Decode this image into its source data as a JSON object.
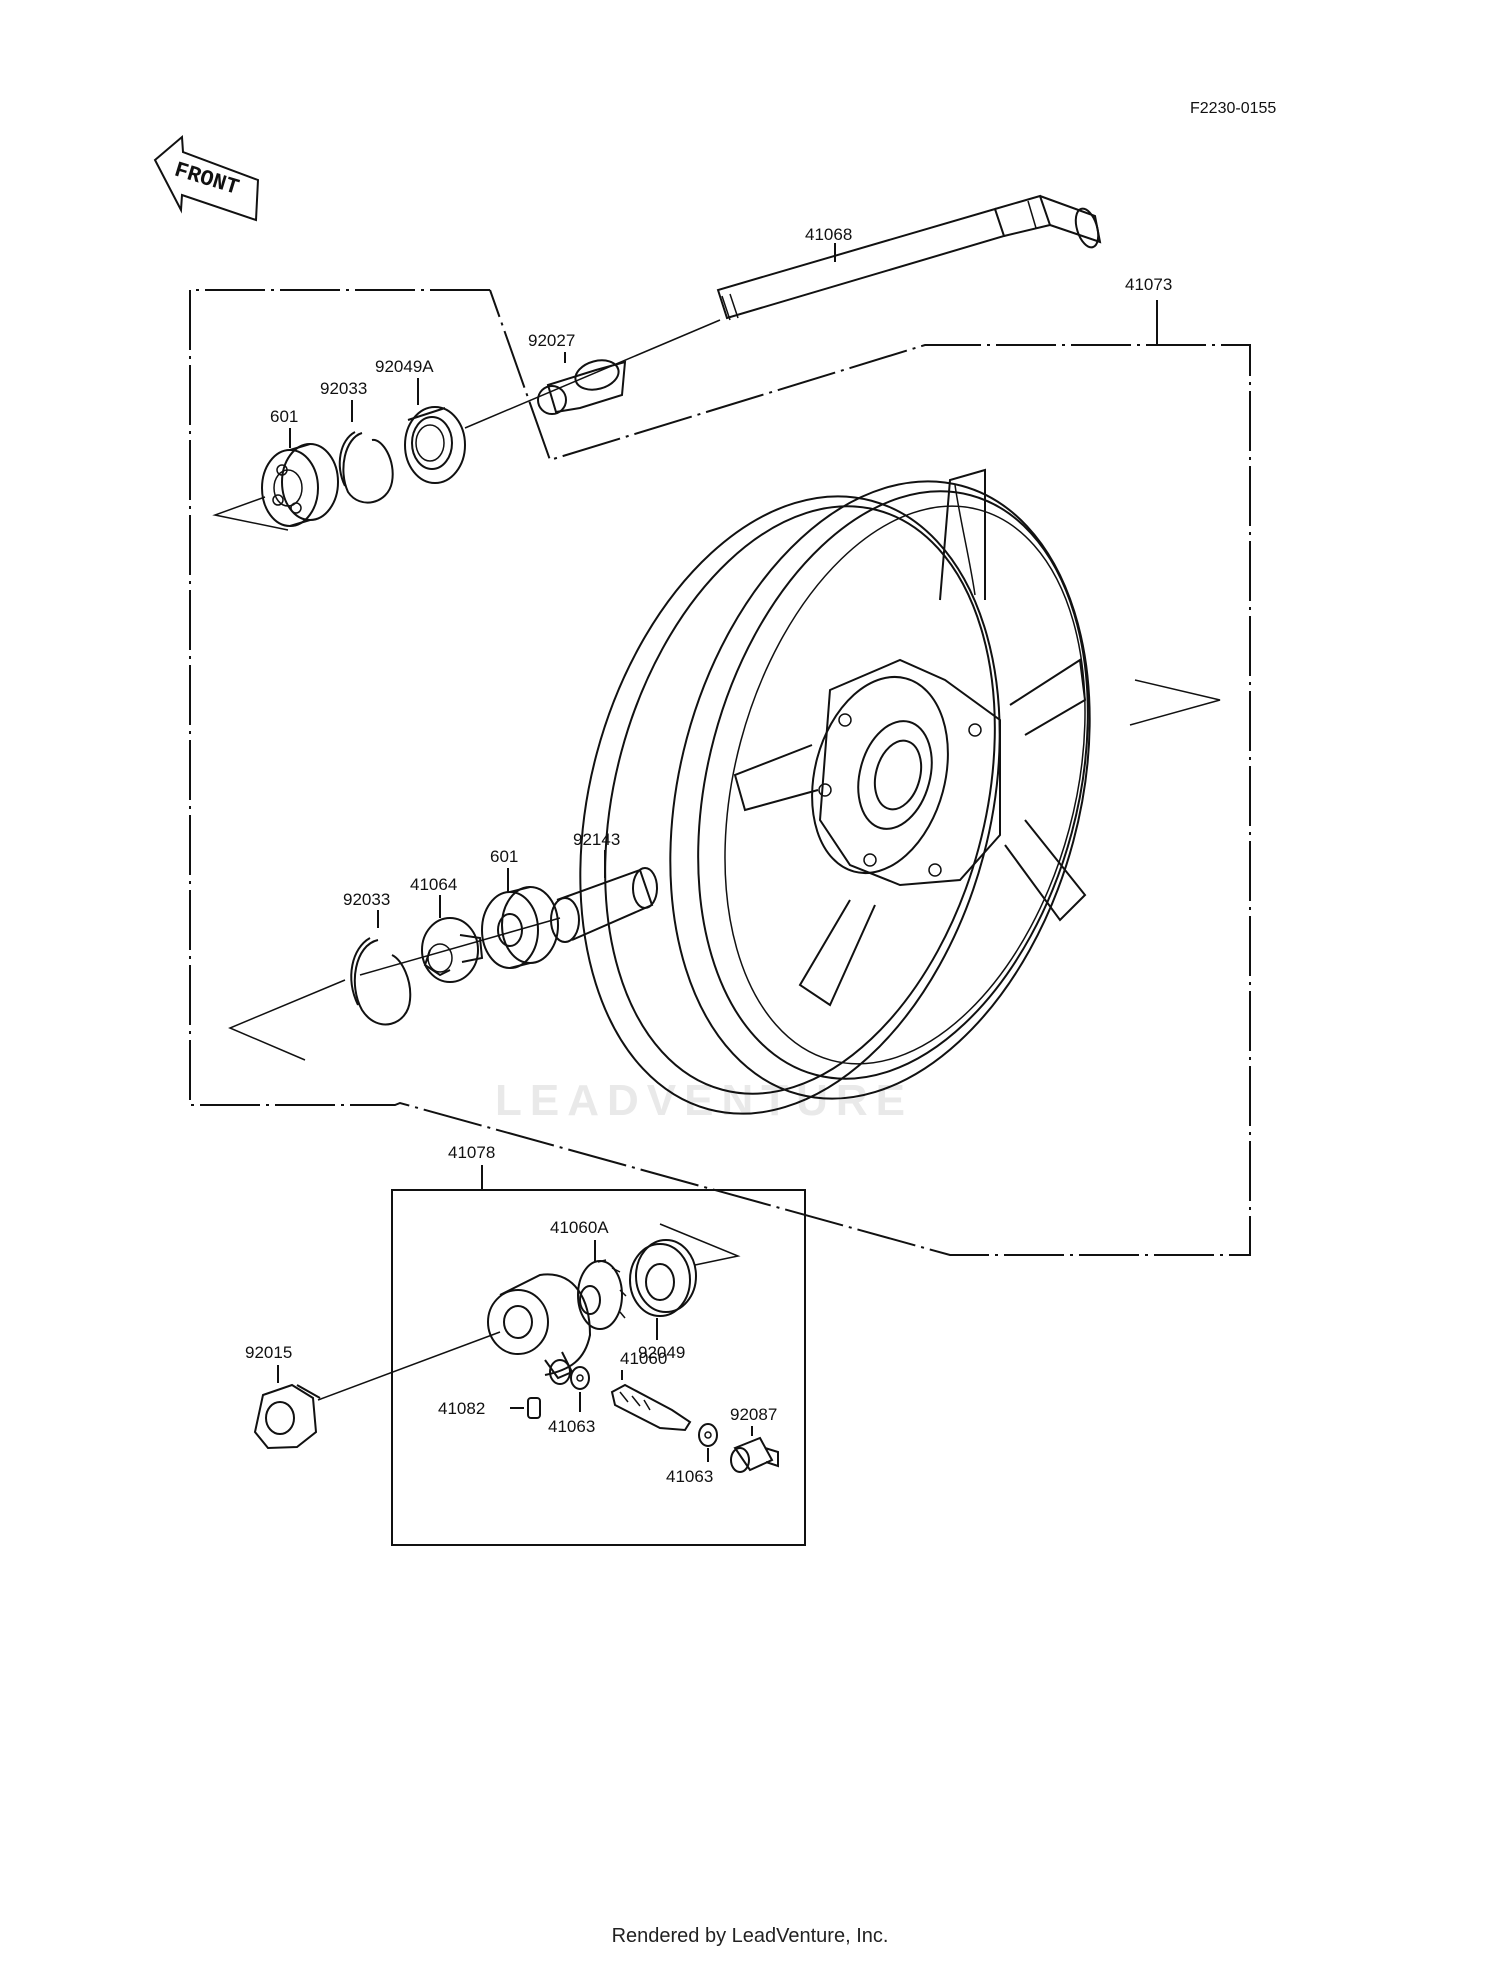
{
  "diagram_code": "F2230-0155",
  "front_arrow_label": "FRONT",
  "watermark": "LEADVENTURE",
  "footer": "Rendered by LeadVenture, Inc.",
  "parts": {
    "p41068": "41068",
    "p41073": "41073",
    "p92027": "92027",
    "p92049A": "92049A",
    "p92033_top": "92033",
    "p601_top": "601",
    "p92143": "92143",
    "p601_mid": "601",
    "p41064": "41064",
    "p92033_mid": "92033",
    "p41078": "41078",
    "p41060A": "41060A",
    "p92049": "92049",
    "p41060": "41060",
    "p92015": "92015",
    "p92087": "92087",
    "p41082": "41082",
    "p41063_a": "41063",
    "p41063_b": "41063"
  }
}
